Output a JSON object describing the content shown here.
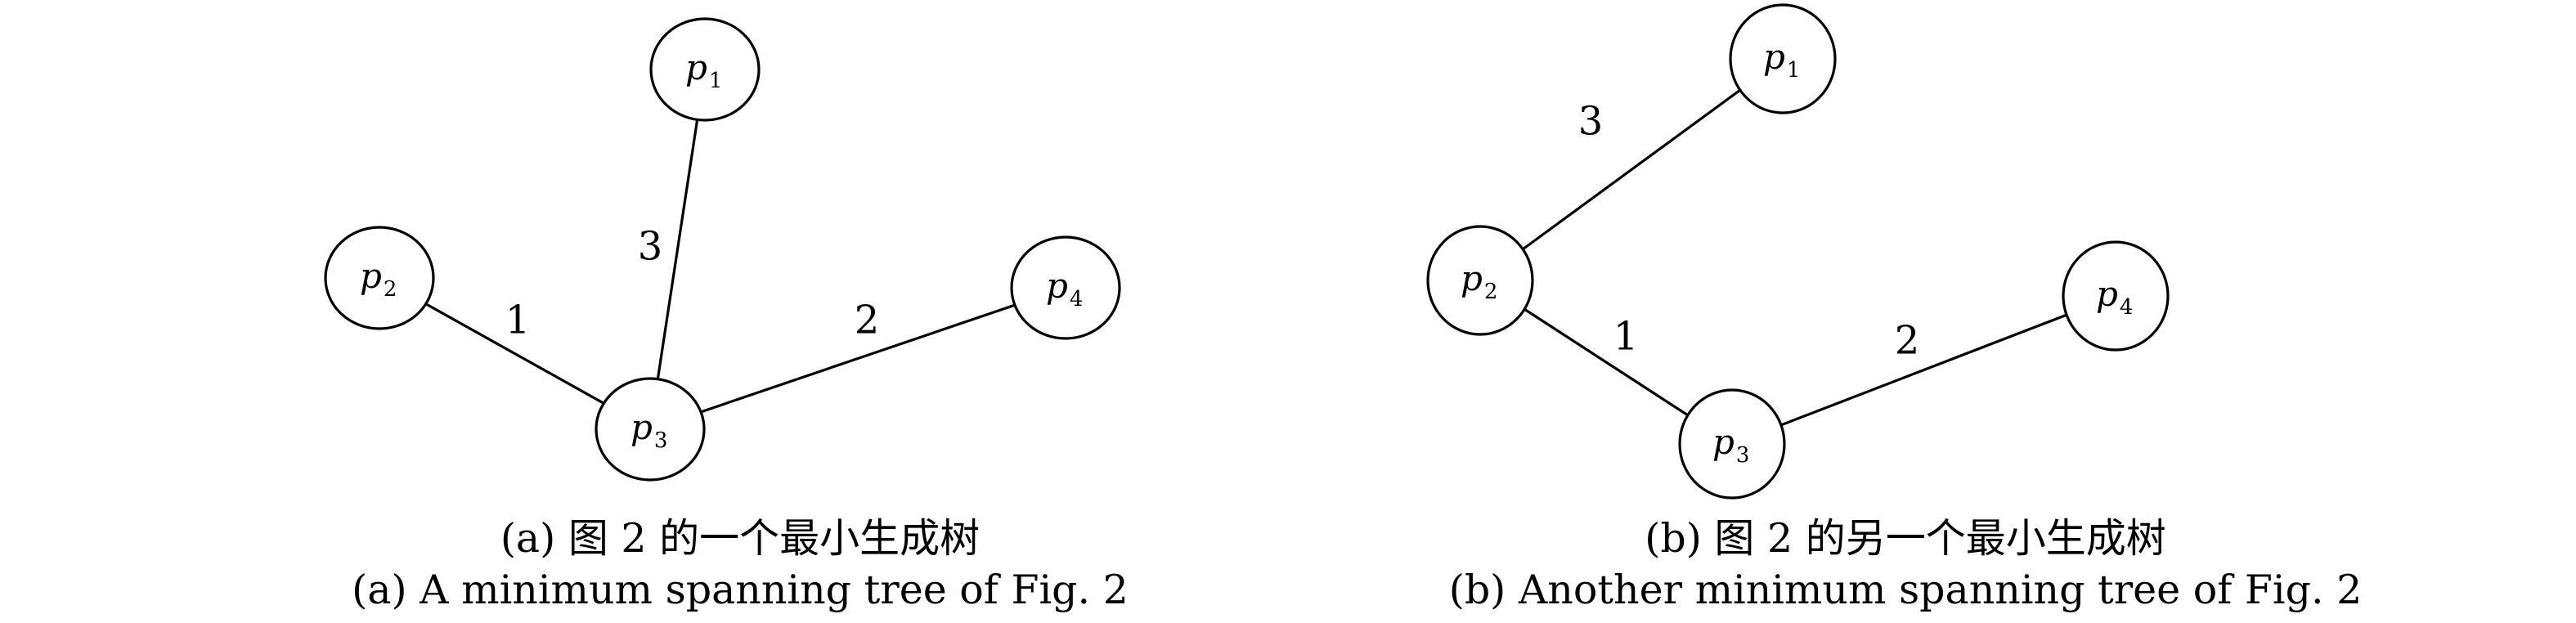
{
  "figures": [
    {
      "caption_zh": "(a) 图 2 的一个最小生成树",
      "caption_en": "(a) A minimum spanning tree of Fig. 2",
      "nodes": [
        {
          "id": "p1",
          "letter": "p",
          "sub": "1"
        },
        {
          "id": "p2",
          "letter": "p",
          "sub": "2"
        },
        {
          "id": "p3",
          "letter": "p",
          "sub": "3"
        },
        {
          "id": "p4",
          "letter": "p",
          "sub": "4"
        }
      ],
      "edges": [
        {
          "from": "p2",
          "to": "p3",
          "weight": "1"
        },
        {
          "from": "p3",
          "to": "p1",
          "weight": "3"
        },
        {
          "from": "p3",
          "to": "p4",
          "weight": "2"
        }
      ]
    },
    {
      "caption_zh": "(b) 图 2 的另一个最小生成树",
      "caption_en": "(b) Another minimum spanning tree of Fig. 2",
      "nodes": [
        {
          "id": "p1",
          "letter": "p",
          "sub": "1"
        },
        {
          "id": "p2",
          "letter": "p",
          "sub": "2"
        },
        {
          "id": "p3",
          "letter": "p",
          "sub": "3"
        },
        {
          "id": "p4",
          "letter": "p",
          "sub": "4"
        }
      ],
      "edges": [
        {
          "from": "p2",
          "to": "p1",
          "weight": "3"
        },
        {
          "from": "p2",
          "to": "p3",
          "weight": "1"
        },
        {
          "from": "p3",
          "to": "p4",
          "weight": "2"
        }
      ]
    }
  ]
}
